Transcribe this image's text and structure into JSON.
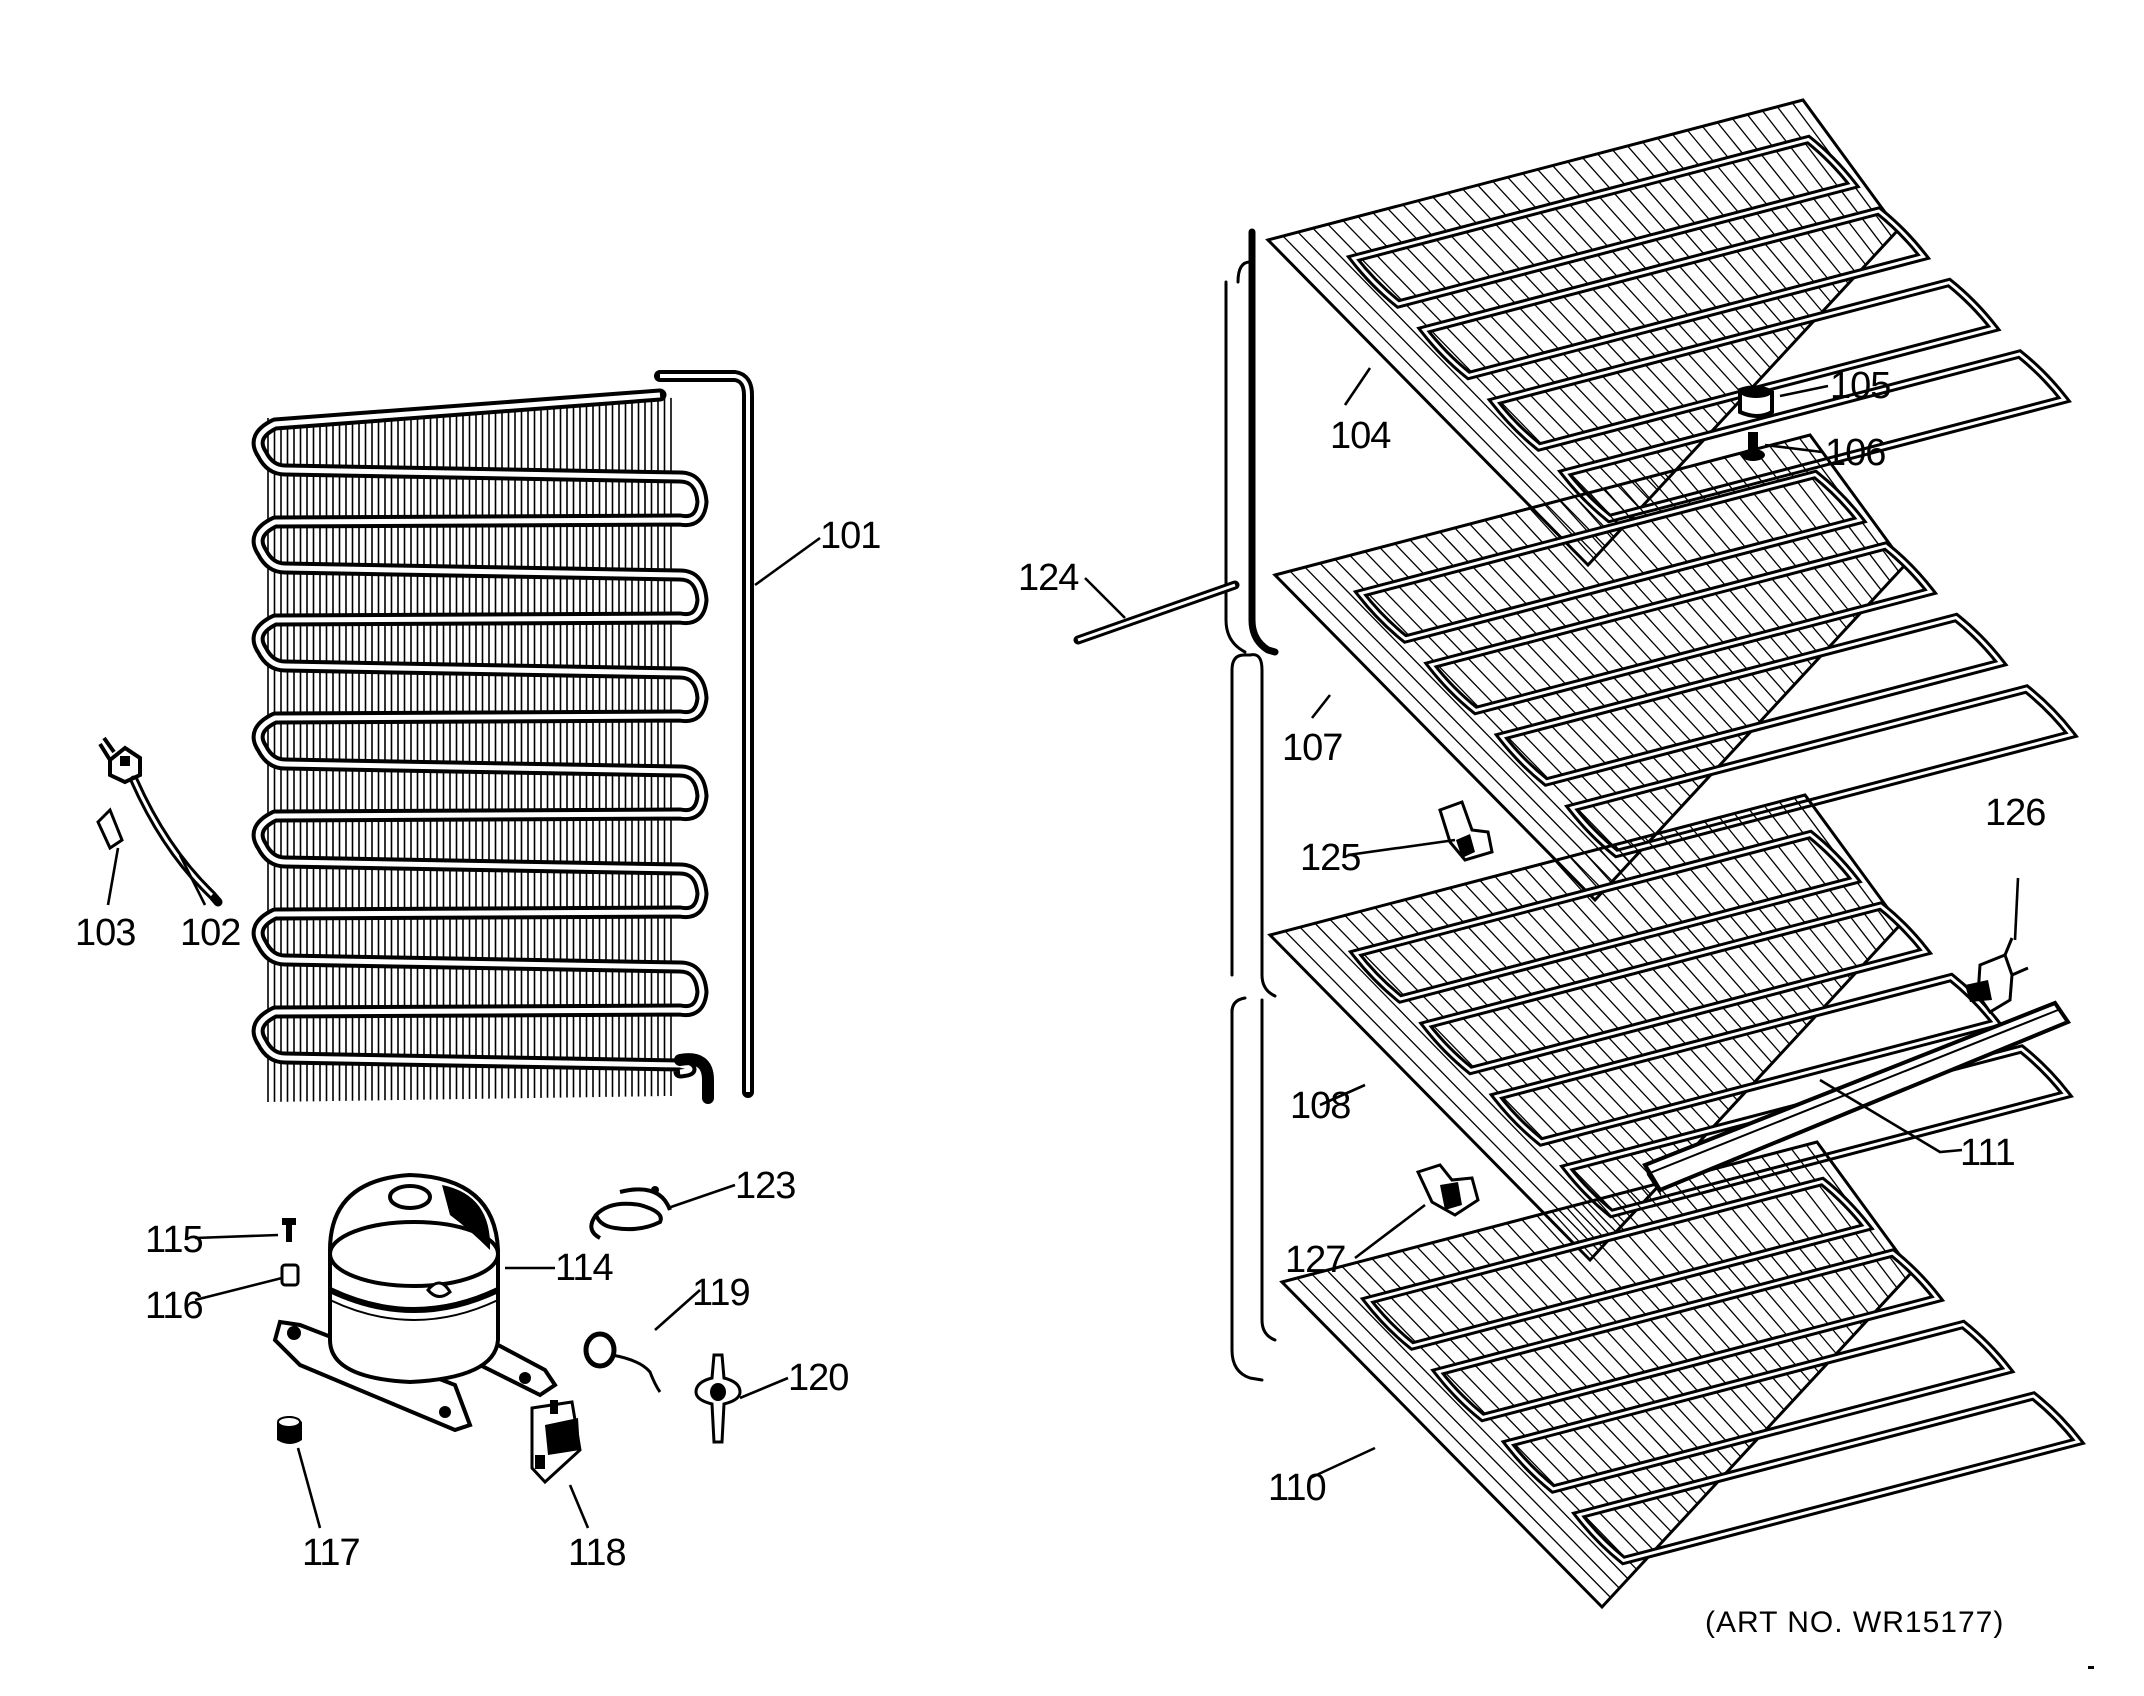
{
  "title": "",
  "art_number": "(ART NO. WR15177)",
  "parts": [
    {
      "id": "101",
      "label": "101"
    },
    {
      "id": "102",
      "label": "102"
    },
    {
      "id": "103",
      "label": "103"
    },
    {
      "id": "104",
      "label": "104"
    },
    {
      "id": "105",
      "label": "105"
    },
    {
      "id": "106",
      "label": "106"
    },
    {
      "id": "107",
      "label": "107"
    },
    {
      "id": "108",
      "label": "108"
    },
    {
      "id": "110",
      "label": "110"
    },
    {
      "id": "111",
      "label": "111"
    },
    {
      "id": "114",
      "label": "114"
    },
    {
      "id": "115",
      "label": "115"
    },
    {
      "id": "116",
      "label": "116"
    },
    {
      "id": "117",
      "label": "117"
    },
    {
      "id": "118",
      "label": "118"
    },
    {
      "id": "119",
      "label": "119"
    },
    {
      "id": "120",
      "label": "120"
    },
    {
      "id": "123",
      "label": "123"
    },
    {
      "id": "124",
      "label": "124"
    },
    {
      "id": "125",
      "label": "125"
    },
    {
      "id": "126",
      "label": "126"
    },
    {
      "id": "127",
      "label": "127"
    }
  ]
}
